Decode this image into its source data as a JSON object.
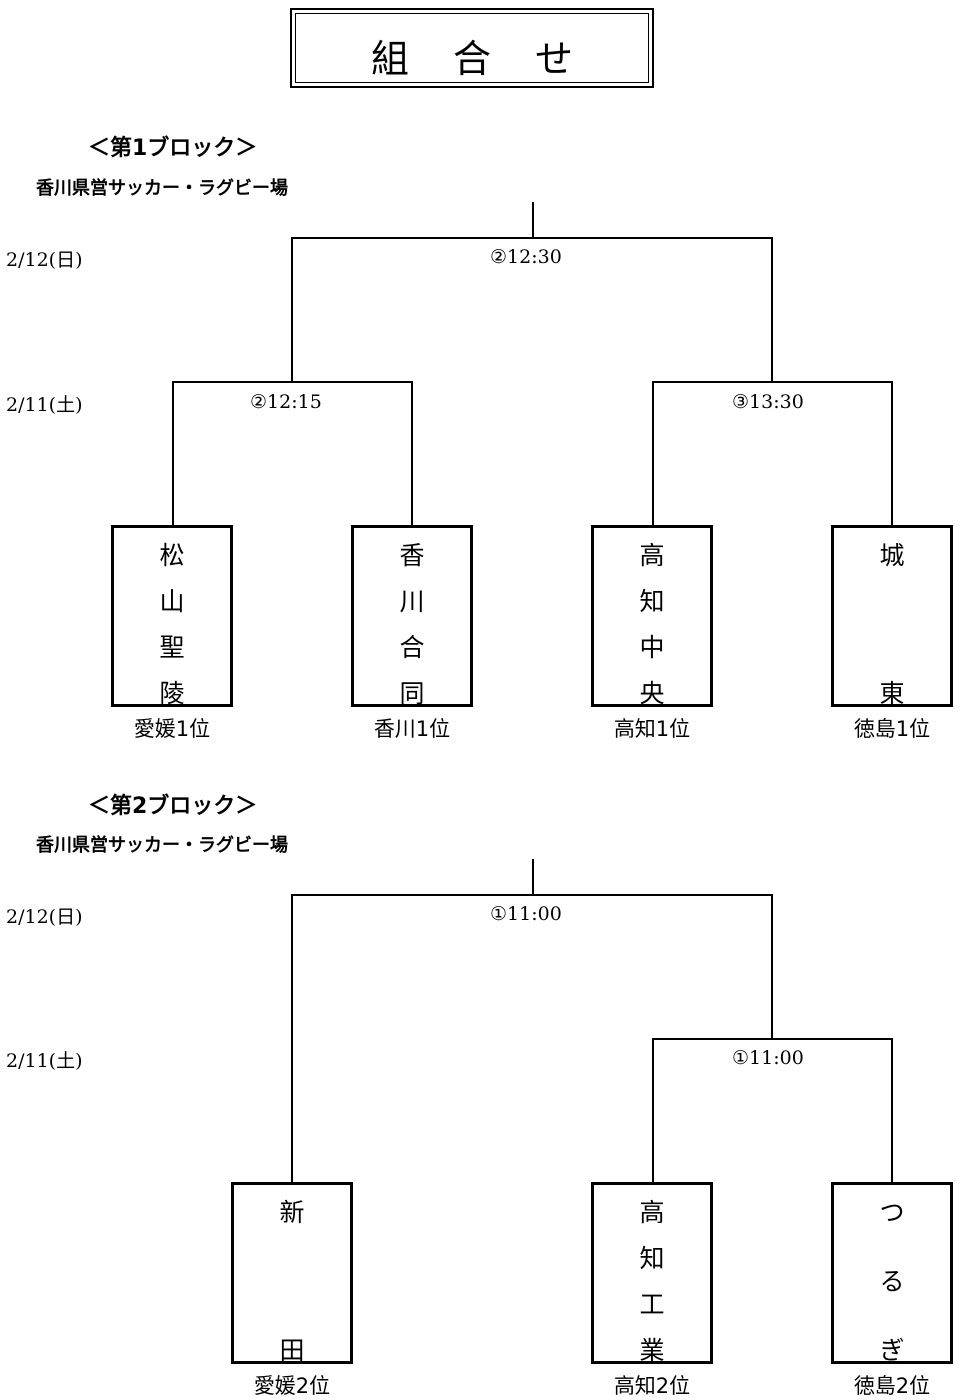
{
  "title": "組合せ",
  "block1": {
    "heading": "＜第1ブロック＞",
    "venue": "香川県営サッカー・ラグビー場",
    "date_final": "2/12(日)",
    "date_semi": "2/11(土)",
    "final_time": "②12:30",
    "semi_left_time": "②12:15",
    "semi_right_time": "③13:30",
    "teams": [
      {
        "chars": [
          "松",
          "山",
          "聖",
          "陵"
        ],
        "seed": "愛媛1位"
      },
      {
        "chars": [
          "香",
          "川",
          "合",
          "同"
        ],
        "seed": "香川1位"
      },
      {
        "chars": [
          "高",
          "知",
          "中",
          "央"
        ],
        "seed": "高知1位"
      },
      {
        "chars": [
          "城",
          "東"
        ],
        "seed": "徳島1位"
      }
    ]
  },
  "block2": {
    "heading": "＜第2ブロック＞",
    "venue": "香川県営サッカー・ラグビー場",
    "date_final": "2/12(日)",
    "date_semi": "2/11(土)",
    "final_time": "①11:00",
    "semi_time": "①11:00",
    "teams": [
      {
        "chars": [
          "新",
          "田"
        ],
        "seed": "愛媛2位"
      },
      {
        "chars": [
          "高",
          "知",
          "工",
          "業"
        ],
        "seed": "高知2位"
      },
      {
        "chars": [
          "つ",
          "る",
          "ぎ"
        ],
        "seed": "徳島2位"
      }
    ]
  }
}
